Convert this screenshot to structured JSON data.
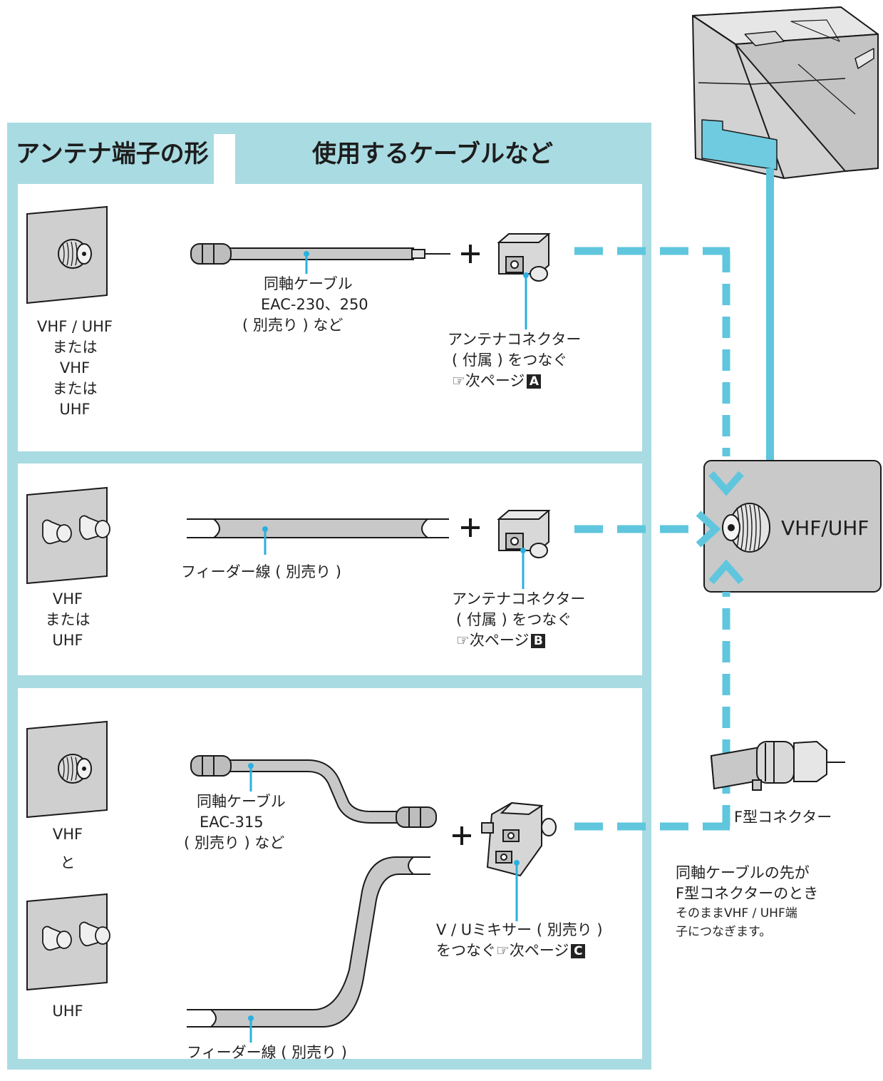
{
  "header": {
    "left_title": "アンテナ端子の形",
    "right_title": "使用するケーブルなど"
  },
  "rows": [
    {
      "terminal": [
        "VHF / UHF",
        "または",
        "VHF",
        "または",
        "UHF"
      ],
      "cable": [
        "同軸ケーブル",
        "EAC-230、250",
        "( 別売り ) など"
      ],
      "connector": [
        "アンテナコネクター",
        "( 付属 ) をつなぐ"
      ],
      "ref_text": "☞次ページ",
      "ref_badge": "A"
    },
    {
      "terminal": [
        "VHF",
        "または",
        "UHF"
      ],
      "cable": [
        "フィーダー線 ( 別売り )"
      ],
      "connector": [
        "アンテナコネクター",
        "( 付属 ) をつなぐ"
      ],
      "ref_text": "☞次ページ",
      "ref_badge": "B"
    },
    {
      "terminal_top": "VHF",
      "terminal_join": "と",
      "terminal_bottom": "UHF",
      "cable_coax": [
        "同軸ケーブル",
        "EAC-315",
        "( 別売り ) など"
      ],
      "cable_feeder": "フィーダー線 ( 別売り )",
      "mixer": [
        "V / Uミキサー ( 別売り )",
        "をつなぐ☞次ページ"
      ],
      "ref_badge": "C"
    }
  ],
  "tv_terminal_label": "VHF/UHF",
  "note": {
    "line1": "同軸ケーブルの先が",
    "line2": "F型コネクターのとき",
    "line3": "そのままVHF / UHF端",
    "line4": "子につなぎます。"
  },
  "f_connector_label": "F型コネクター",
  "colors": {
    "frame": "#a9dbe2",
    "accent": "#5fc6de",
    "leader": "#2ab0e0",
    "part_fill": "#c8c8c8",
    "outline": "#1a1a1a"
  }
}
